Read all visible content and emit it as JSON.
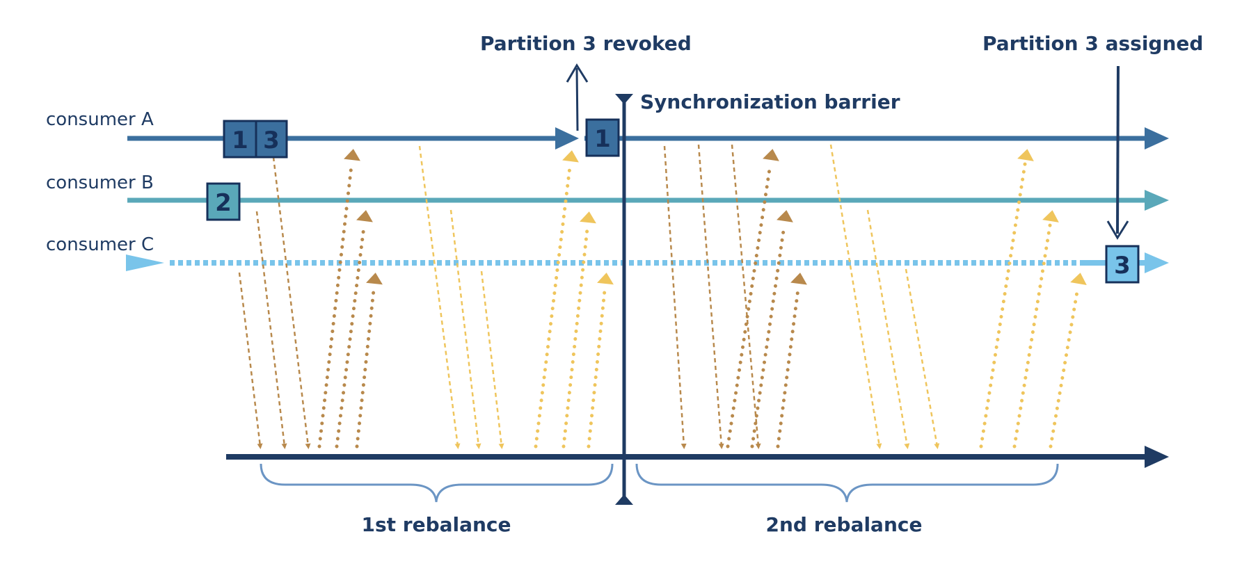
{
  "consumers": [
    {
      "label": "consumer A",
      "color": "#3b6f9e"
    },
    {
      "label": "consumer B",
      "color": "#5aa8b9"
    },
    {
      "label": "consumer C",
      "color": "#79c4ea"
    }
  ],
  "partitions": {
    "a_initial": [
      "1",
      "3"
    ],
    "b_initial": "2",
    "a_after_barrier": "1",
    "c_assigned": "3"
  },
  "annotations": {
    "revoked": "Partition 3 revoked",
    "assigned": "Partition 3 assigned",
    "barrier": "Synchronization barrier"
  },
  "rebalances": [
    "1st rebalance",
    "2nd rebalance"
  ],
  "colors": {
    "navy": "#1f3b63",
    "brown": "#b8894c",
    "yellow": "#efc55c",
    "brace": "#6b95c4",
    "box_a": "#3b6f9e",
    "box_b": "#5aa8b9",
    "box_c": "#79c4ea"
  }
}
